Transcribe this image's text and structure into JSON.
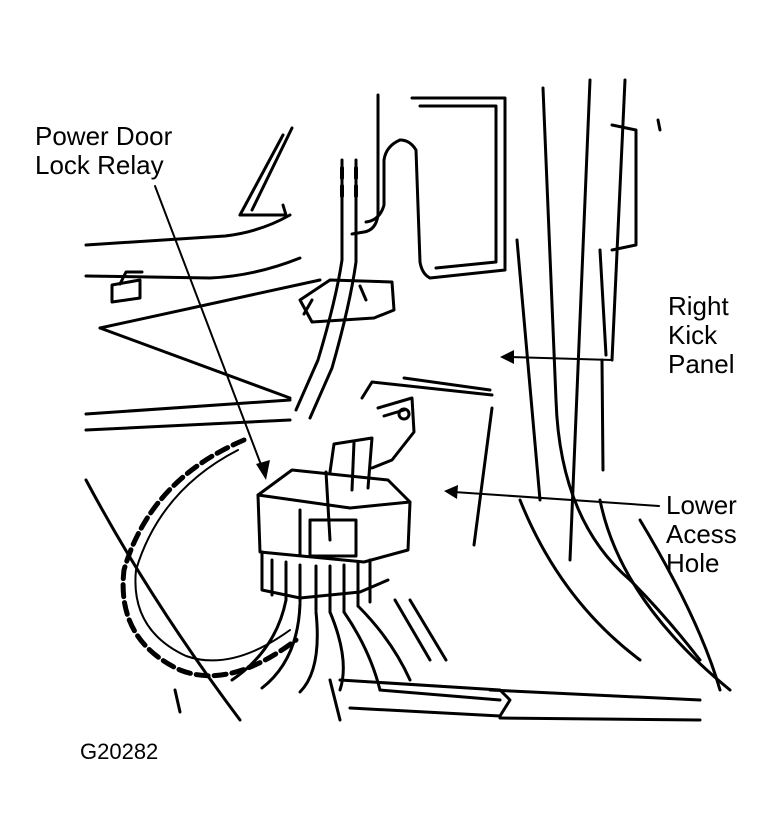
{
  "labels": {
    "relay": {
      "line1": "Power Door",
      "line2": "Lock Relay"
    },
    "kick_panel": {
      "line1": "Right",
      "line2": "Kick",
      "line3": "Panel"
    },
    "access_hole": {
      "line1": "Lower",
      "line2": "Acess",
      "line3": "Hole"
    }
  },
  "figure_code": "G20282",
  "colors": {
    "ink": "#000000",
    "paper": "#ffffff"
  }
}
